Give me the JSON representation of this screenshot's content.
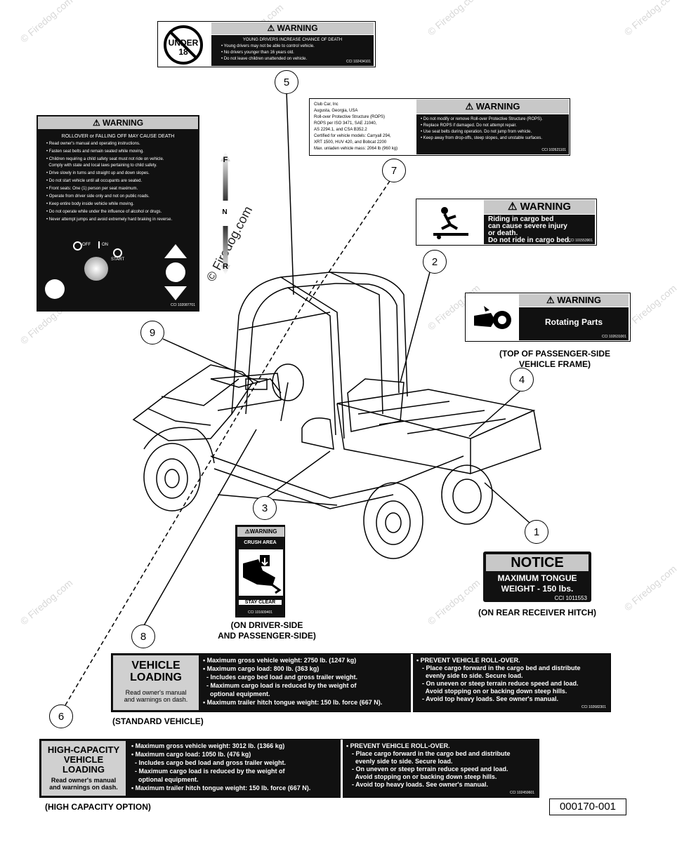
{
  "watermark": "© Firedog.com",
  "callouts": [
    "1",
    "2",
    "3",
    "4",
    "5",
    "6",
    "7",
    "8",
    "9"
  ],
  "label1": {
    "badge": "UNDER 18",
    "header": "WARNING",
    "title": "YOUNG DRIVERS INCREASE CHANCE OF DEATH",
    "lines": [
      "• Young drivers may not be able to control vehicle.",
      "• No drivers younger than 16 years old.",
      "• Do not leave children unattended on vehicle."
    ],
    "part": "CCI 102434101"
  },
  "label5": {
    "header": "WARNING",
    "title": "ROLLOVER or FALLING OFF MAY CAUSE DEATH",
    "lines": [
      "• Read owner's manual and operating instructions.",
      "• Fasten seat belts and remain seated while moving.",
      "• Children requiring a child safety seat must not ride on vehicle.",
      "  Comply with state and local laws pertaining to child safety.",
      "• Drive slowly in turns and straight up and down slopes.",
      "• Do not start vehicle until all occupants are seated.",
      "• Front seats: One (1) person per seat maximum.",
      "• Operate from driver side only and not on public roads.",
      "• Keep entire body inside vehicle while moving.",
      "• Do not operate while under the influence of alcohol or drugs.",
      "• Never attempt jumps and avoid extremely hard braking in reverse."
    ],
    "off": "OFF",
    "on": "ON",
    "start": "START",
    "f": "F",
    "n": "N",
    "r": "R",
    "part": "CCI 102087701"
  },
  "label7": {
    "left_lines": [
      "Club Car, Inc",
      "Augusta, Georgia, USA",
      "Roll-over Protective Structure (ROPS)",
      "ROPS per ISO 3471, SAE J1040,",
      "AS 2294.1, and CSA B352.2",
      "Certified for vehicle models: Carryall 294,",
      "XRT 1500, HUV 420, and Bobcat 2200",
      "Max. unladen vehicle mass: 2064 lb (960 kg)"
    ],
    "header": "WARNING",
    "lines": [
      "• Do not modify or remove Roll-over Protective Structure (ROPS).",
      "• Replace ROPS if damaged. Do not attempt repair.",
      "• Use seat belts during operation. Do not jump from vehicle.",
      "• Keep away from drop-offs, steep slopes, and unstable surfaces."
    ],
    "part": "CCI 102621101"
  },
  "label2": {
    "header": "WARNING",
    "lines": [
      "Riding in cargo bed",
      "can cause severe injury",
      "or death.",
      "Do not ride in cargo bed."
    ],
    "part": "CCI 101553901"
  },
  "label4": {
    "header": "WARNING",
    "text": "Rotating Parts",
    "part": "CCI 102631001",
    "caption": [
      "(TOP OF PASSENGER-SIDE",
      "VEHICLE FRAME)"
    ]
  },
  "label_notice": {
    "header": "NOTICE",
    "lines": [
      "MAXIMUM TONGUE",
      "WEIGHT - 150 lbs."
    ],
    "part": "CCI 1011553",
    "caption": "(ON REAR RECEIVER HITCH)"
  },
  "label8": {
    "header": "WARNING",
    "title": "CRUSH AREA",
    "stay": "STAY CLEAR",
    "part": "CCI 101609401",
    "caption": [
      "(ON DRIVER-SIDE",
      "AND PASSENGER-SIDE)"
    ]
  },
  "label_std": {
    "title": [
      "VEHICLE",
      "LOADING"
    ],
    "note": [
      "Read owner's manual",
      "and warnings on dash."
    ],
    "mid": [
      "• Maximum gross vehicle weight: 2750 lb. (1247 kg)",
      "• Maximum cargo load: 800 lb. (363 kg)",
      "  - Includes cargo bed load and gross trailer weight.",
      "  - Maximum cargo load is reduced by the weight of",
      "    optional equipment.",
      "• Maximum trailer hitch tongue weight: 150 lb. force (667 N)."
    ],
    "right_title": "• PREVENT VEHICLE ROLL-OVER.",
    "right": [
      "- Place cargo forward in the cargo bed and distribute",
      "  evenly side to side. Secure load.",
      "- On uneven or steep terrain reduce speed and load.",
      "  Avoid stopping on or backing down steep hills.",
      "- Avoid top heavy loads. See owner's manual."
    ],
    "part": "CCI 102682301",
    "caption": "(STANDARD VEHICLE)"
  },
  "label_hc": {
    "title": [
      "HIGH-CAPACITY",
      "VEHICLE",
      "LOADING"
    ],
    "note": [
      "Read owner's manual",
      "and warnings on dash."
    ],
    "mid": [
      "• Maximum gross vehicle weight: 3012 lb. (1366 kg)",
      "• Maximum cargo load: 1050 lb. (476 kg)",
      "  - Includes cargo bed load and gross trailer weight.",
      "  - Maximum cargo load is reduced by the weight of",
      "    optional equipment.",
      "• Maximum trailer hitch tongue weight: 150 lb. force (667 N)."
    ],
    "right_title": "• PREVENT VEHICLE ROLL-OVER.",
    "right": [
      "- Place cargo forward in the cargo bed and distribute",
      "  evenly side to side. Secure load.",
      "- On uneven or steep terrain reduce speed and load.",
      "  Avoid stopping on or backing down steep hills.",
      "- Avoid top heavy loads. See owner's manual."
    ],
    "part": "CCI 102459601",
    "caption": "(HIGH CAPACITY OPTION)"
  },
  "drawing_number": "000170-001"
}
